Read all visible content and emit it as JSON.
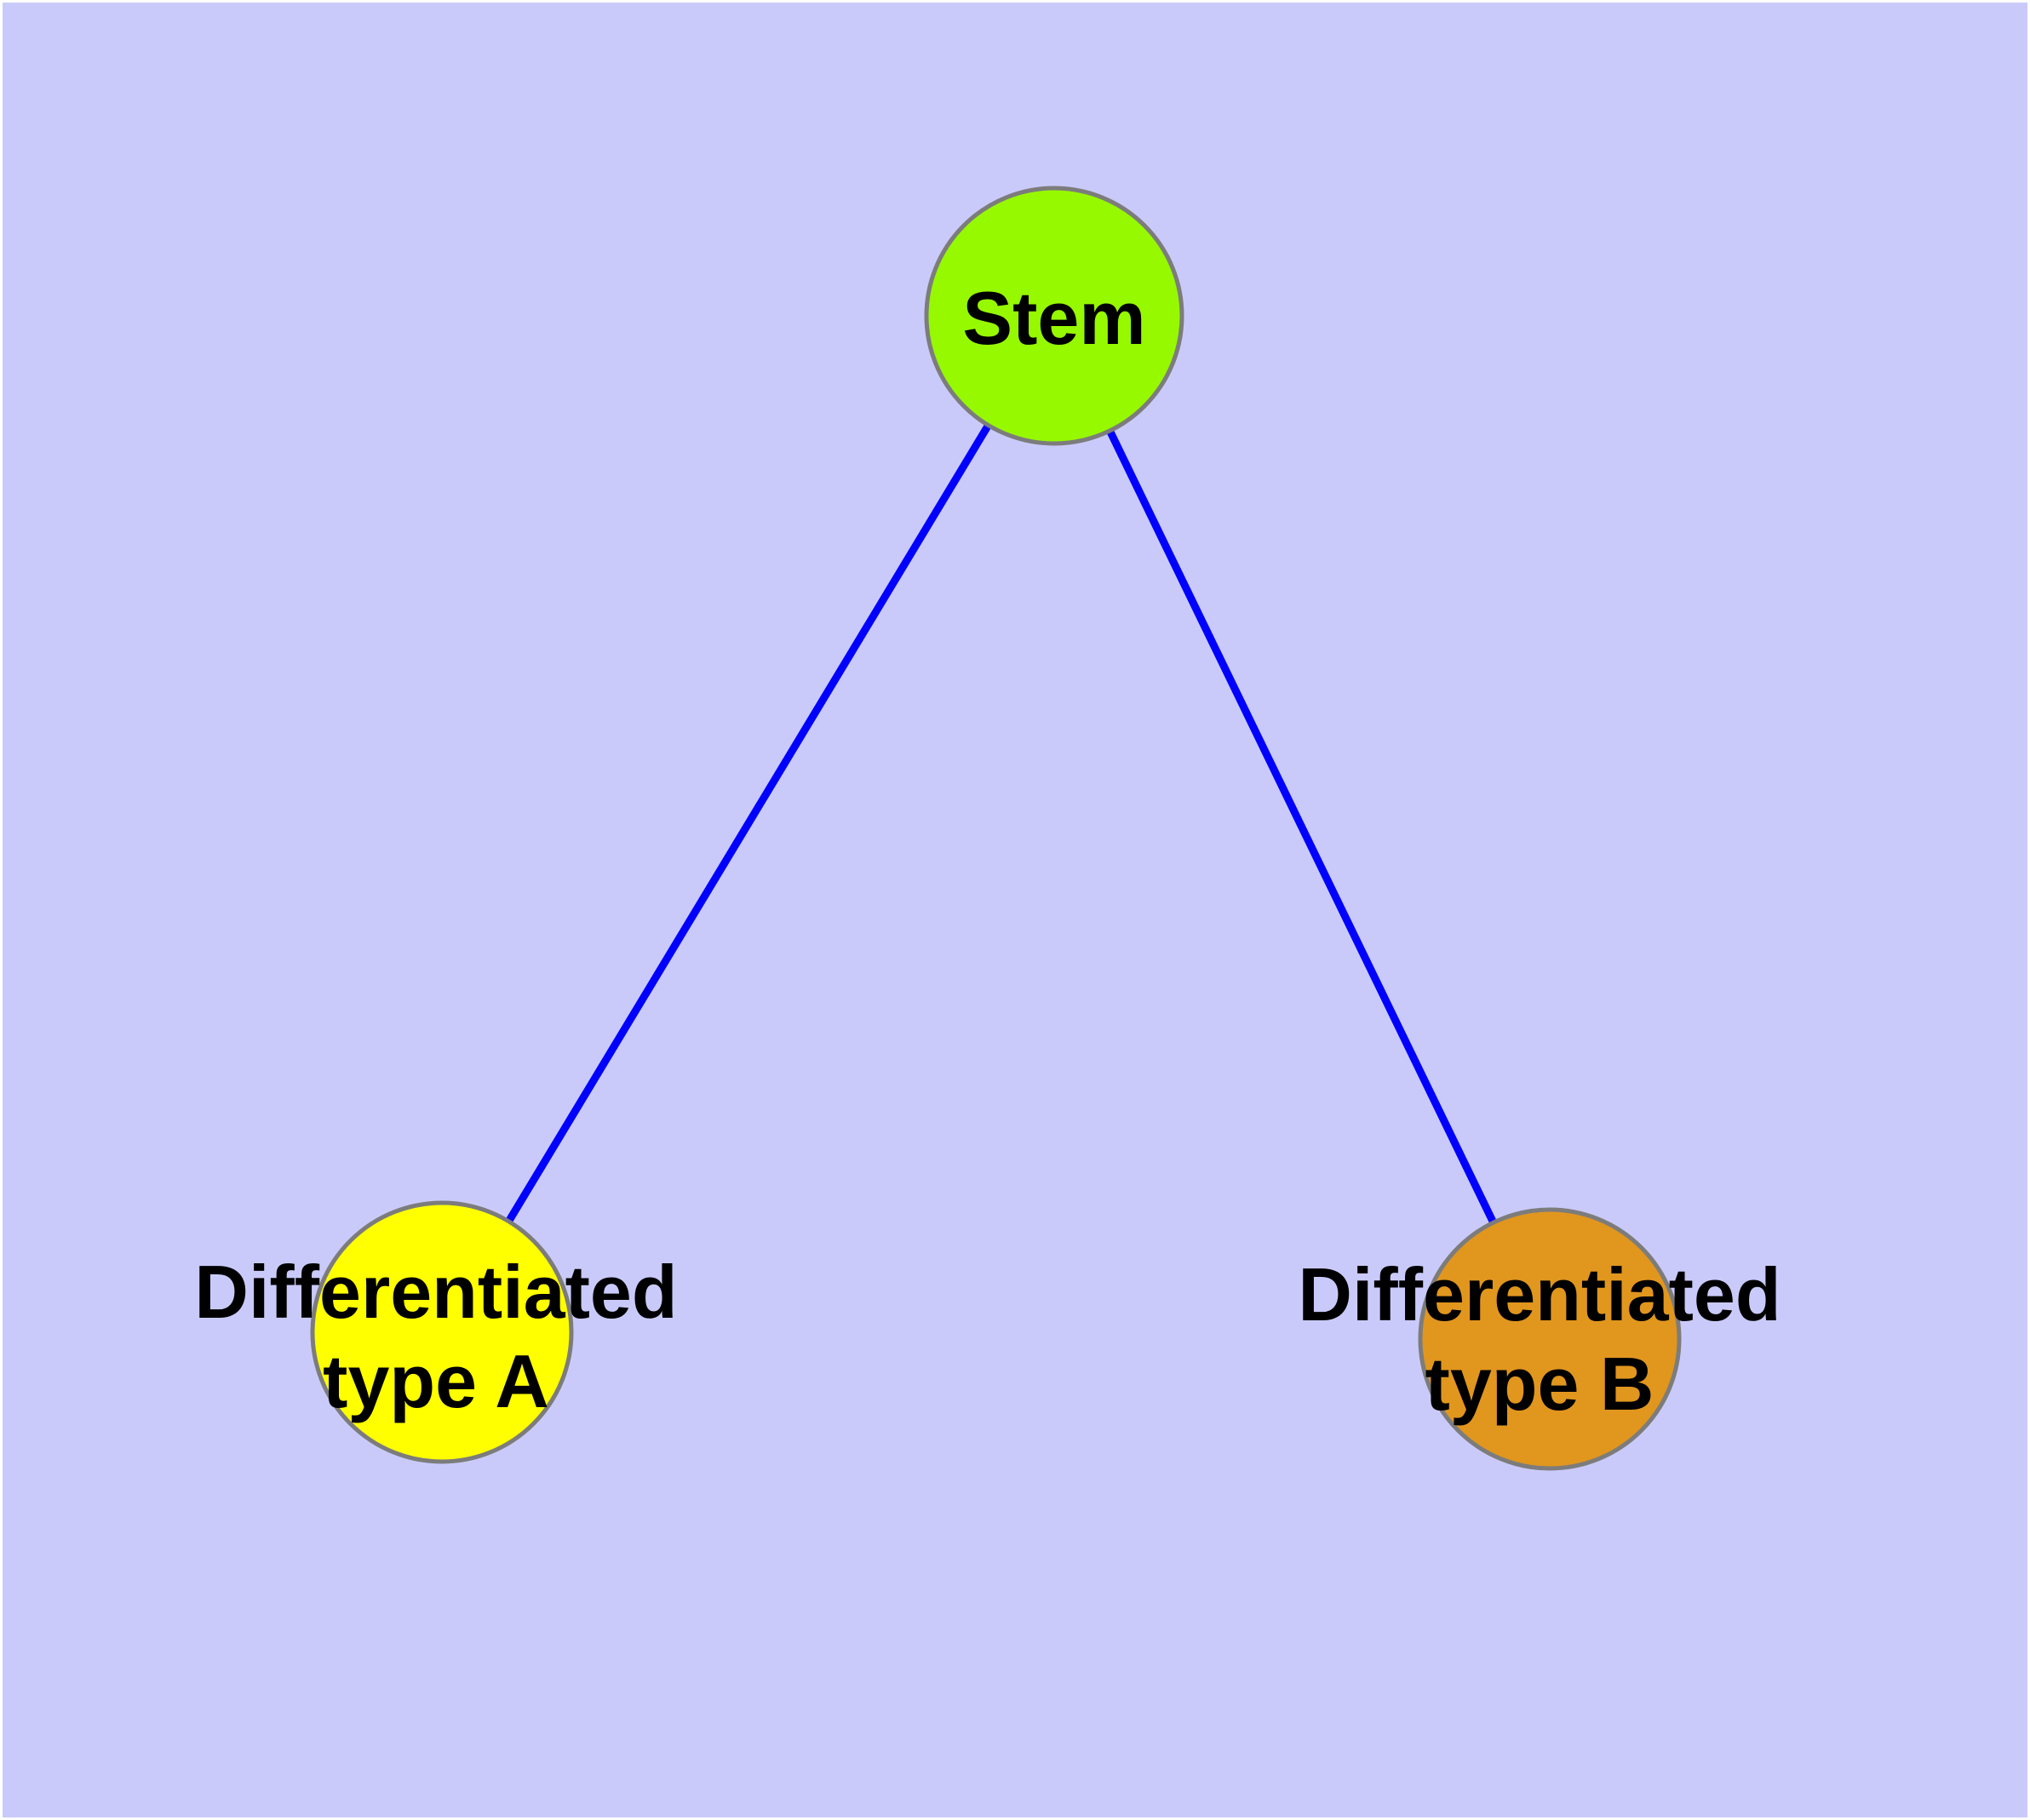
{
  "diagram": {
    "background_color": "#cacafa",
    "frame_color": "#ffffff",
    "edge_color": "#0000ff",
    "node_border_color": "#7c7c7c",
    "label_color": "#000000",
    "nodes": [
      {
        "id": "stem",
        "label": "Stem",
        "label_lines": [
          "Stem"
        ],
        "fill": "#96f900"
      },
      {
        "id": "differentiated-type-a",
        "label": "Differentiated type A",
        "label_lines": [
          "Differentiated",
          "type A"
        ],
        "fill": "#ffff00"
      },
      {
        "id": "differentiated-type-b",
        "label": "Differentiated type B",
        "label_lines": [
          "Differentiated",
          "type B"
        ],
        "fill": "#e1961e"
      }
    ],
    "edges": [
      {
        "from": "stem",
        "to": "differentiated-type-a"
      },
      {
        "from": "stem",
        "to": "differentiated-type-b"
      }
    ]
  }
}
